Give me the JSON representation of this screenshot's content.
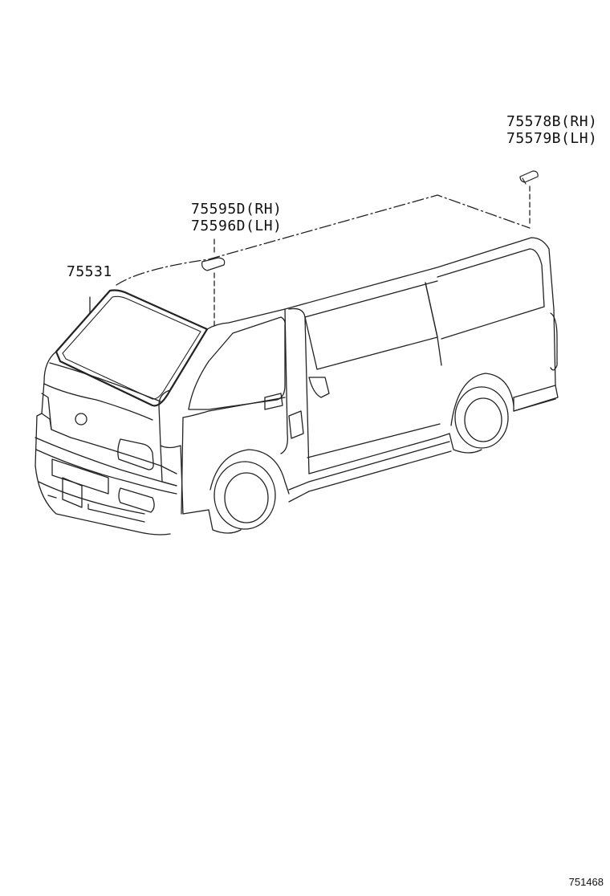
{
  "labels": {
    "windshield_molding": "75531",
    "center_clip_rh": "75595D(RH)",
    "center_clip_lh": "75596D(LH)",
    "rear_clip_rh": "75578B(RH)",
    "rear_clip_lh": "75579B(LH)"
  },
  "footer": {
    "drawing_ref": "751468"
  }
}
